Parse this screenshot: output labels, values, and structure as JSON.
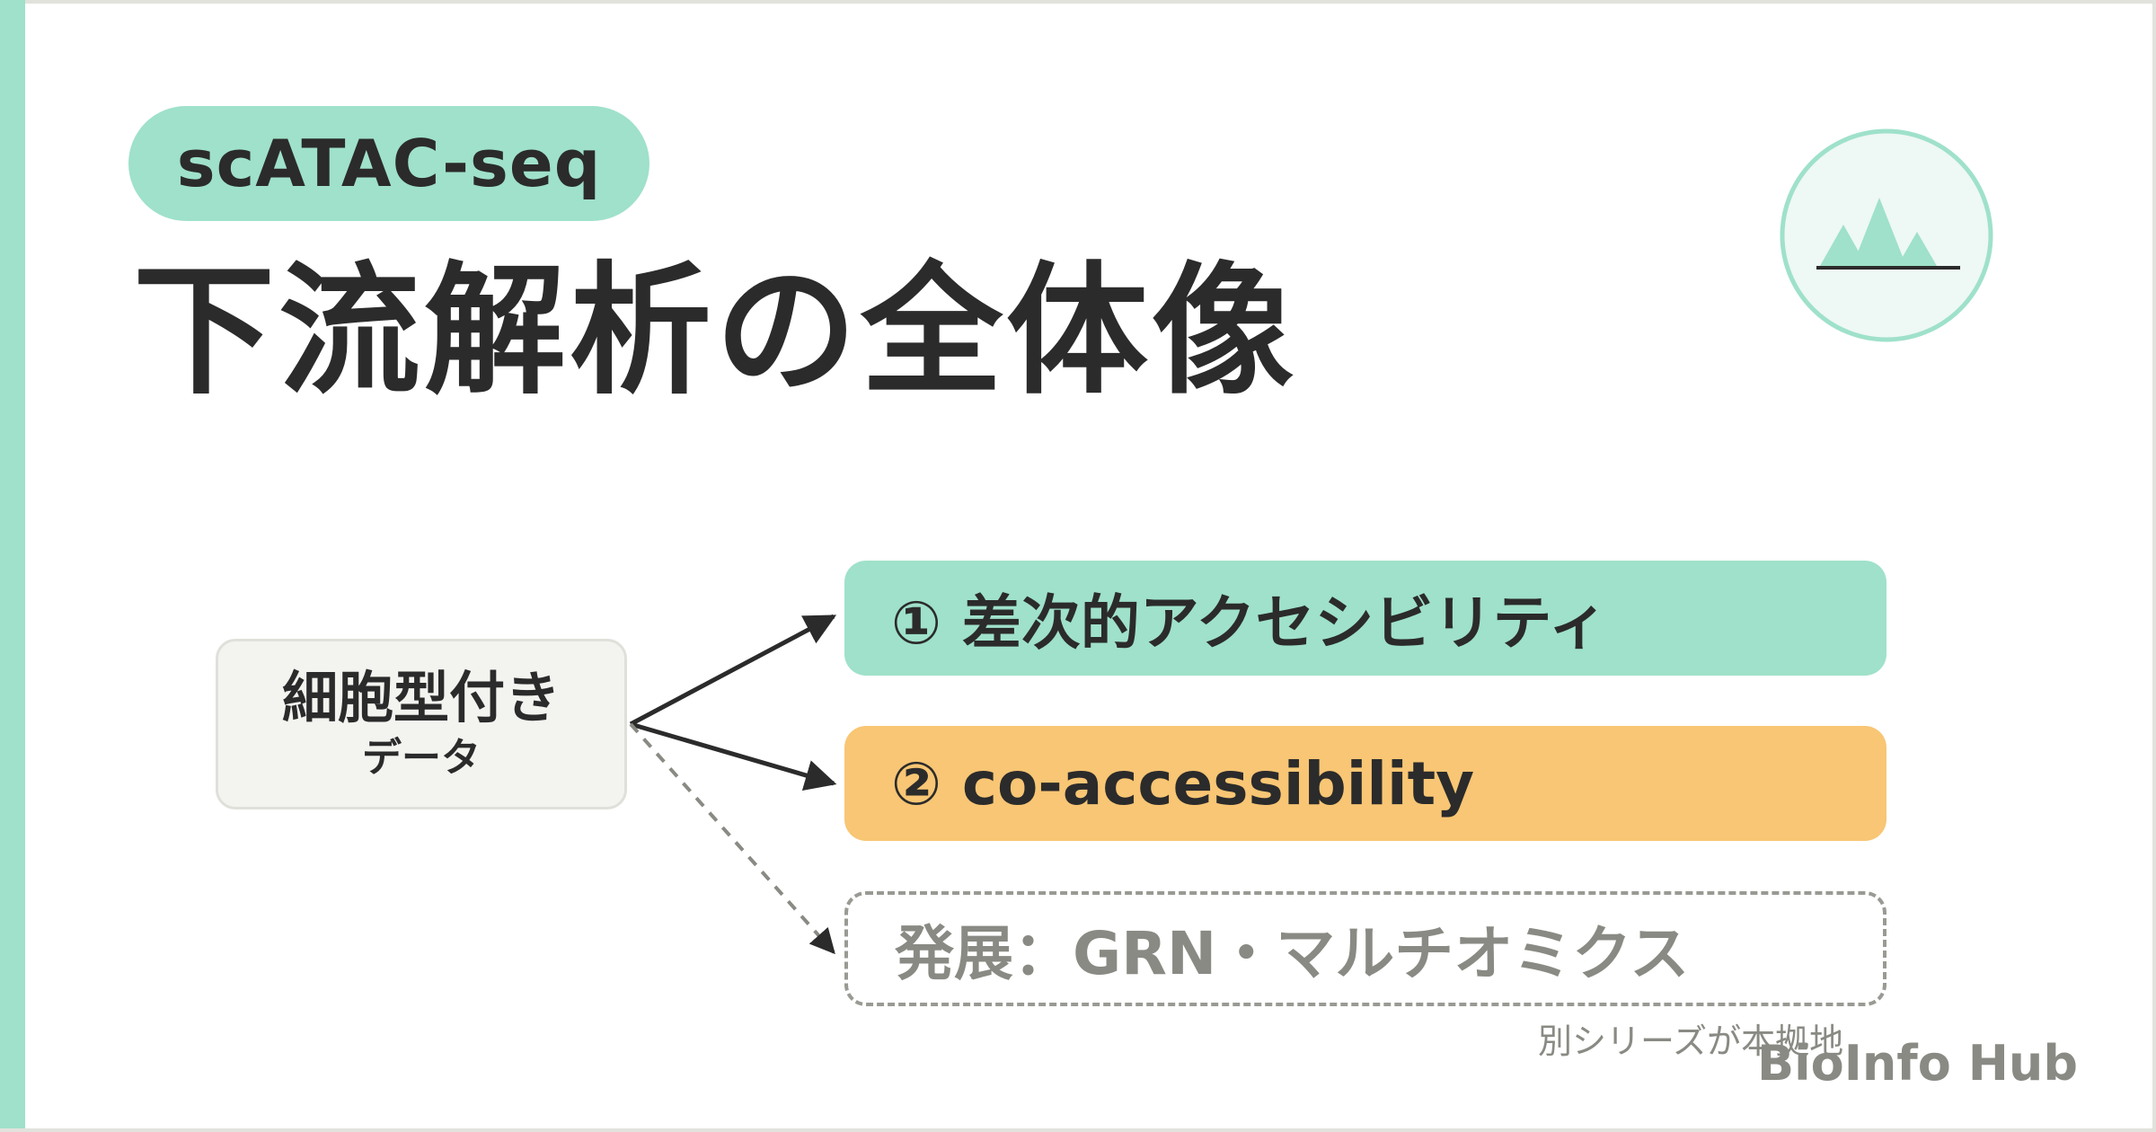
{
  "tag": "scATAC-seq",
  "title": "下流解析の全体像",
  "source": {
    "main": "細胞型付き",
    "sub": "データ"
  },
  "targets": [
    {
      "label": "① 差次的アクセシビリティ",
      "style": "solid",
      "color": "#9fe1ca"
    },
    {
      "label": "② co-accessibility",
      "style": "solid",
      "color": "#f8c674"
    },
    {
      "label": "発展：GRN・マルチオミクス",
      "style": "dashed",
      "color": "#9a9a94"
    }
  ],
  "footnote": "別シリーズが本拠地",
  "brand": "BioInfo Hub",
  "logo_icon": "peaks-icon",
  "colors": {
    "accent": "#9fe1ca",
    "orange": "#f8c674",
    "text": "#2b2b2b",
    "muted": "#8a8a84"
  }
}
